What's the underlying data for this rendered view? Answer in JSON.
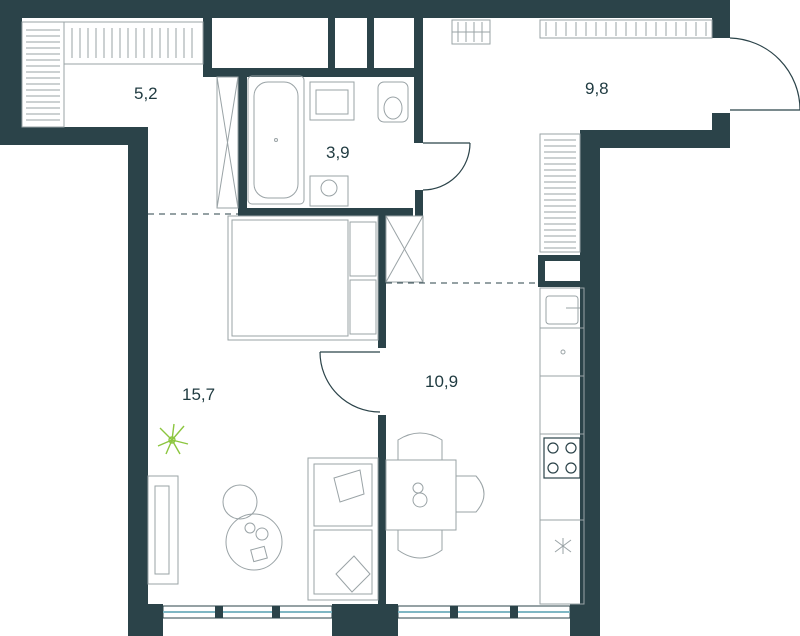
{
  "rooms": [
    {
      "id": "storage",
      "area": "5,2"
    },
    {
      "id": "bathroom",
      "area": "3,9"
    },
    {
      "id": "loggia",
      "area": "9,8"
    },
    {
      "id": "bedroom",
      "area": "15,7"
    },
    {
      "id": "kitchen-living",
      "area": "10,9"
    }
  ],
  "colors": {
    "wall": "#2b4349",
    "furniture": "#9aa3a6",
    "plant": "#8cc63f",
    "glass": "#7fb7c4"
  }
}
